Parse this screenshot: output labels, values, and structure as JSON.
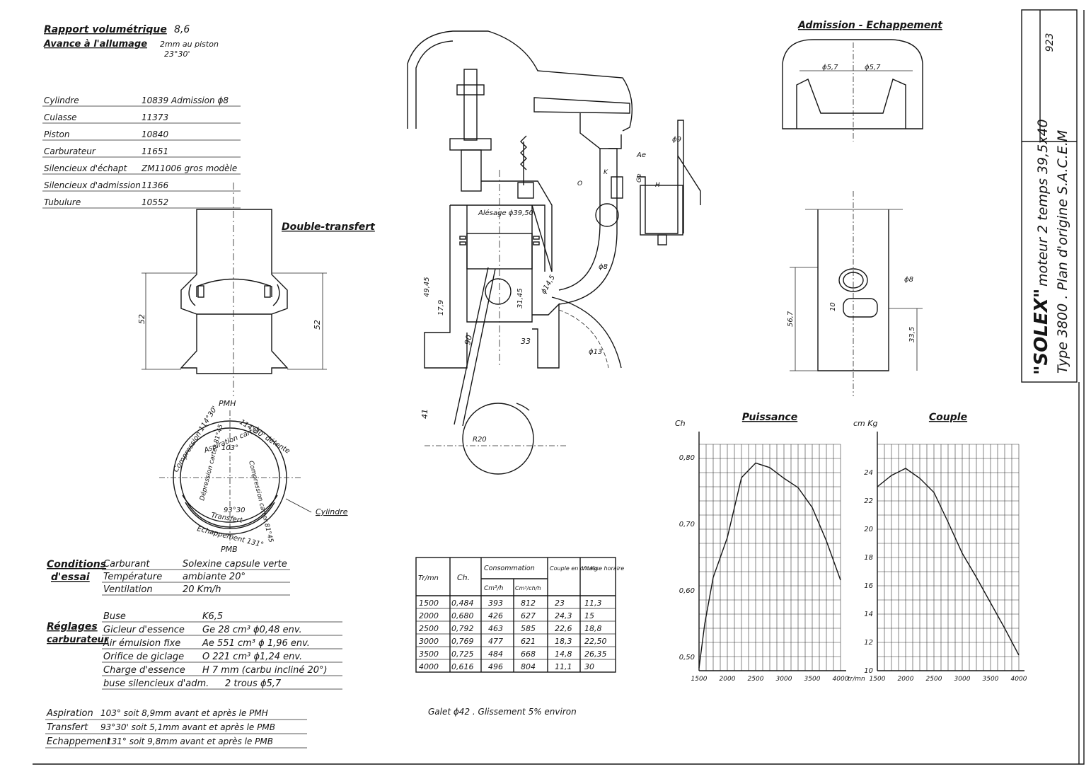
{
  "sheet_number": "923",
  "title_block": {
    "brand": "\"SOLEX\"",
    "engine": "moteur 2 temps 39,5x40",
    "type_line": "Type 3800 . Plan d'origine S.A.C.E.M"
  },
  "header": {
    "rapport_label": "Rapport volumétrique",
    "rapport_value": "8,6",
    "avance_label": "Avance à l'allumage",
    "avance_value": "2mm au piston",
    "avance_angle": "23°30'"
  },
  "parts": [
    {
      "name": "Cylindre",
      "ref": "10839 Admission ϕ8"
    },
    {
      "name": "Culasse",
      "ref": "11373"
    },
    {
      "name": "Piston",
      "ref": "10840"
    },
    {
      "name": "Carburateur",
      "ref": "11651"
    },
    {
      "name": "Silencieux d'échapt",
      "ref": "ZM11006 gros modèle"
    },
    {
      "name": "Silencieux d'admission",
      "ref": "11366"
    },
    {
      "name": "Tubulure",
      "ref": "10552"
    }
  ],
  "double_transfert": {
    "title": "Double-transfert",
    "dim_left": "52",
    "dim_right": "52"
  },
  "timing_diagram": {
    "pmh": "PMH",
    "pmb": "PMB",
    "compression": "Compression 114°30'",
    "detente": "114°30' détente",
    "aspiration": "Aspiration carter",
    "aspiration_angle": "103°",
    "depression": "Dépression carter 81°45",
    "compression_carter": "Compression carter 81°45",
    "transfert_angle": "93°30",
    "transfert": "Transfert",
    "echappement": "Echappement 131°",
    "cylindre_label": "Cylindre"
  },
  "section_drawing": {
    "alesage": "Alésage ϕ39,50",
    "dim_4945": "49,45",
    "dim_179": "17,9",
    "dim_3145": "31,45",
    "dim_145": "ϕ14,5",
    "dim_33": "33",
    "dim_90": "90",
    "dim_41": "41",
    "dim_r20": "R20",
    "dim_phi13": "ϕ13",
    "dim_phi8": "ϕ8",
    "dim_phi9": "ϕ9",
    "label_ae": "Ae",
    "label_ge": "Ge",
    "label_k": "K",
    "label_o": "O",
    "label_h": "H",
    "galet": "Galet ϕ42 . Glissement 5% environ"
  },
  "admission_echappement": {
    "title": "Admission - Echappement",
    "phi57_a": "ϕ5,7",
    "phi57_b": "ϕ5,7",
    "phi8": "ϕ8",
    "dim_567": "56,7",
    "dim_10": "10",
    "dim_335": "33,5"
  },
  "conditions": {
    "title_1": "Conditions",
    "title_2": "d'essai",
    "rows": [
      {
        "label": "Carburant",
        "value": "Solexine capsule verte"
      },
      {
        "label": "Température",
        "value": "ambiante 20°"
      },
      {
        "label": "Ventilation",
        "value": "20 Km/h"
      }
    ]
  },
  "reglages": {
    "title_1": "Réglages",
    "title_2": "carburateur",
    "rows": [
      {
        "label": "Buse",
        "value": "K6,5"
      },
      {
        "label": "Gicleur d'essence",
        "value": "Ge 28 cm³ ϕ0,48 env."
      },
      {
        "label": "Air émulsion fixe",
        "value": "Ae 551 cm³ ϕ 1,96 env."
      },
      {
        "label": "Orifice de giclage",
        "value": "O 221 cm³ ϕ1,24 env."
      },
      {
        "label": "Charge d'essence",
        "value": "H 7 mm (carbu incliné 20°)"
      },
      {
        "label": "buse silencieux d'adm.",
        "value": "2 trous ϕ5,7"
      }
    ]
  },
  "timing_notes": [
    {
      "label": "Aspiration",
      "value": "103° soit 8,9mm avant et après le PMH"
    },
    {
      "label": "Transfert",
      "value": "93°30' soit 5,1mm avant et après le PMB"
    },
    {
      "label": "Echappement",
      "value": "131° soit 9,8mm avant et après le PMB"
    }
  ],
  "table": {
    "h_tr": "Tr/mn",
    "h_ch": "Ch.",
    "h_conso": "Consommation",
    "h_cm3h": "Cm³/h",
    "h_cm3chh": "Cm³/ch/h",
    "h_couple": "Couple en cm.Kg",
    "h_vitesse": "Vitesse horaire",
    "rows": [
      [
        "1500",
        "0,484",
        "393",
        "812",
        "23",
        "11,3"
      ],
      [
        "2000",
        "0,680",
        "426",
        "627",
        "24,3",
        "15"
      ],
      [
        "2500",
        "0,792",
        "463",
        "585",
        "22,6",
        "18,8"
      ],
      [
        "3000",
        "0,769",
        "477",
        "621",
        "18,3",
        "22,50"
      ],
      [
        "3500",
        "0,725",
        "484",
        "668",
        "14,8",
        "26,35"
      ],
      [
        "4000",
        "0,616",
        "496",
        "804",
        "11,1",
        "30"
      ]
    ]
  },
  "chart_data": [
    {
      "type": "line",
      "title": "Puissance",
      "ylabel": "Ch",
      "xlabel": "tr/mn",
      "x_ticks": [
        "1500",
        "2000",
        "2500",
        "3000",
        "3500",
        "4000"
      ],
      "y_ticks": [
        "0,50",
        "0,60",
        "0,70",
        "0,80"
      ],
      "xlim": [
        1500,
        4000
      ],
      "ylim": [
        0.48,
        0.82
      ],
      "grid": true,
      "series": [
        {
          "x": [
            1500,
            1600,
            1750,
            2000,
            2250,
            2500,
            2750,
            3000,
            3250,
            3500,
            3750,
            4000
          ],
          "y": [
            0.484,
            0.55,
            0.62,
            0.68,
            0.77,
            0.792,
            0.785,
            0.769,
            0.755,
            0.725,
            0.675,
            0.616
          ]
        }
      ]
    },
    {
      "type": "line",
      "title": "Couple",
      "ylabel": "cm Kg",
      "x_ticks": [
        "1500",
        "2000",
        "2500",
        "3000",
        "3500",
        "4000"
      ],
      "y_ticks": [
        "10",
        "12",
        "14",
        "16",
        "18",
        "20",
        "22",
        "24"
      ],
      "xlim": [
        1500,
        4000
      ],
      "ylim": [
        10,
        26
      ],
      "grid": true,
      "series": [
        {
          "x": [
            1500,
            1750,
            2000,
            2250,
            2500,
            2750,
            3000,
            3250,
            3500,
            3750,
            4000
          ],
          "y": [
            23,
            23.8,
            24.3,
            23.6,
            22.6,
            20.5,
            18.3,
            16.6,
            14.8,
            13,
            11.1
          ]
        }
      ]
    }
  ]
}
